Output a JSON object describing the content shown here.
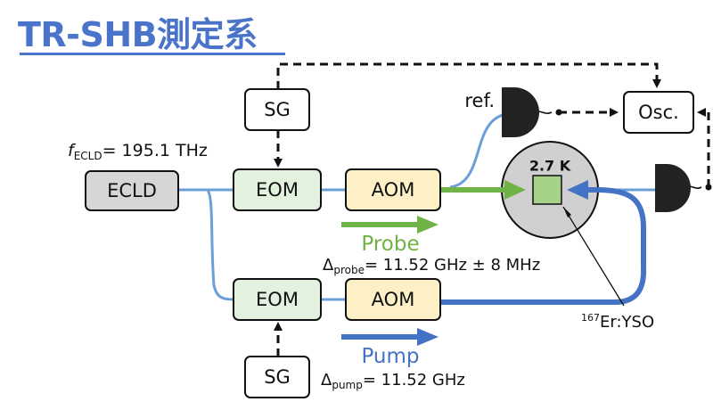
{
  "title": "TR-SHB測定系",
  "boxes": {
    "ecld": "ECLD",
    "eom_top": "EOM",
    "eom_bottom": "EOM",
    "aom_top": "AOM",
    "aom_bottom": "AOM",
    "sg_top": "SG",
    "sg_bottom": "SG",
    "osc": "Osc."
  },
  "labels": {
    "freq_symbol": "f",
    "freq_sub": "ECLD",
    "freq_value": "= 195.1 THz",
    "ref": "ref.",
    "temperature": "2.7 K",
    "probe": "Probe",
    "pump": "Pump",
    "delta": "Δ",
    "probe_sub": "probe",
    "probe_value": "= 11.52 GHz ± 8 MHz",
    "pump_sub": "pump",
    "pump_value": "= 11.52 GHz",
    "sample_sup": "167",
    "sample_name": "Er:YSO"
  },
  "colors": {
    "title": "#4a74c9",
    "probe": "#6fb245",
    "pump": "#4472c4",
    "fiber": "#6a9fd8",
    "eom_fill": "#e3f1df",
    "aom_fill": "#fdf0c6",
    "ecld_fill": "#d6d6d6",
    "cryostat_fill": "#d0d0d0",
    "crystal_fill": "#a6d189",
    "detector": "#222222"
  },
  "icons": [
    "photodetector-ref",
    "photodetector-signal",
    "cryostat",
    "crystal"
  ]
}
